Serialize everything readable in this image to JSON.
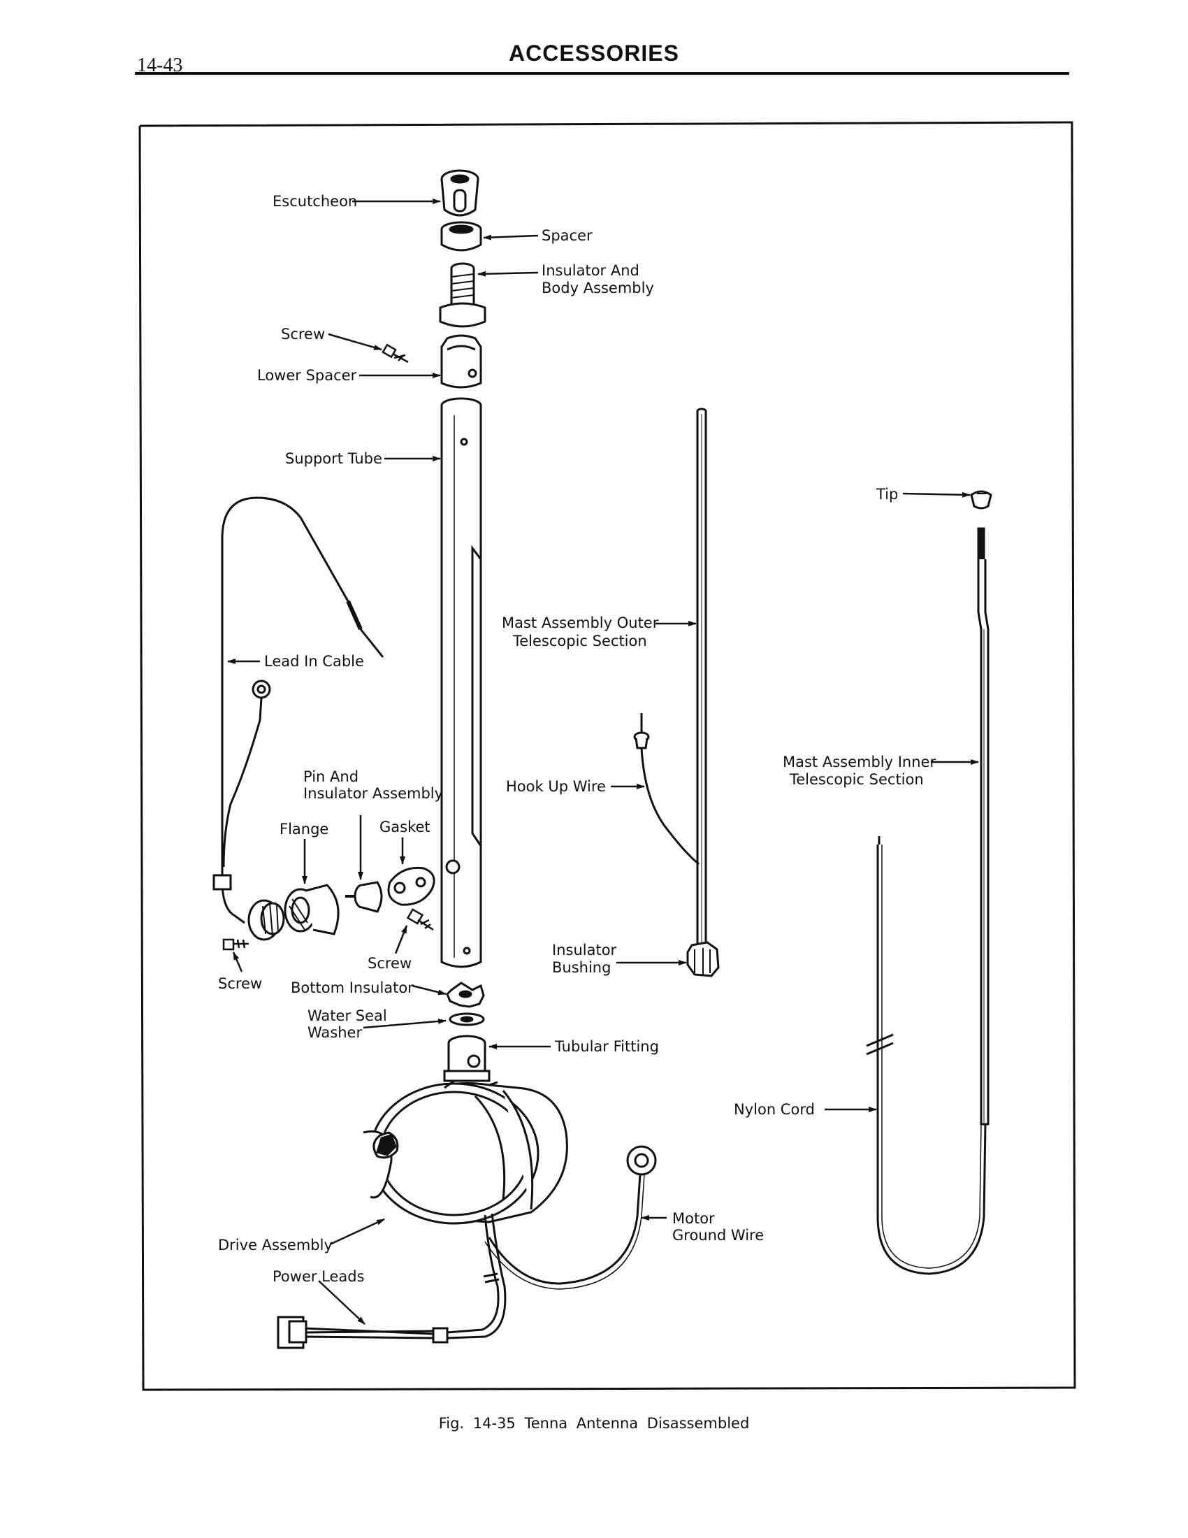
{
  "header": {
    "page_number": "14-43",
    "title": "ACCESSORIES"
  },
  "labels": {
    "escutcheon": "Escutcheon",
    "spacer": "Spacer",
    "insulator_body_1": "Insulator And",
    "insulator_body_2": "Body Assembly",
    "screw_top": "Screw",
    "lower_spacer": "Lower Spacer",
    "support_tube": "Support Tube",
    "lead_in_cable": "Lead In Cable",
    "pin_insulator_1": "Pin And",
    "pin_insulator_2": "Insulator Assembly",
    "flange": "Flange",
    "gasket": "Gasket",
    "screw_mid": "Screw",
    "screw_left": "Screw",
    "bottom_insulator": "Bottom Insulator",
    "water_seal_1": "Water Seal",
    "water_seal_2": "Washer",
    "tubular_fitting": "Tubular Fitting",
    "drive_assembly": "Drive Assembly",
    "power_leads": "Power Leads",
    "motor_ground_1": "Motor",
    "motor_ground_2": "Ground Wire",
    "mast_outer_1": "Mast Assembly Outer",
    "mast_outer_2": "Telescopic Section",
    "hook_up_wire": "Hook Up Wire",
    "insulator_bushing_1": "Insulator",
    "insulator_bushing_2": "Bushing",
    "tip": "Tip",
    "mast_inner_1": "Mast Assembly Inner",
    "mast_inner_2": "Telescopic Section",
    "nylon_cord": "Nylon Cord"
  },
  "caption": "Fig. 14-35 Tenna Antenna Disassembled"
}
